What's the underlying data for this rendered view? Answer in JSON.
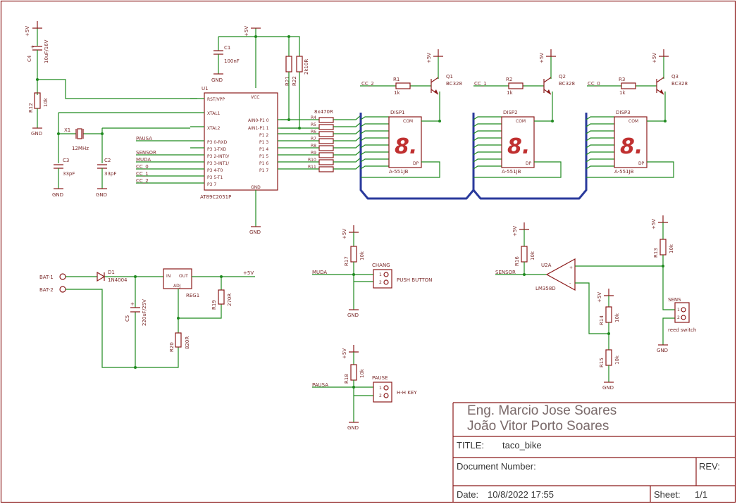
{
  "labels": {
    "vcc": "+5V",
    "gnd": "GND",
    "c4": "C4",
    "c4_val": "10uF/16V",
    "r12": "R12",
    "r12_val": "10k",
    "c1": "C1",
    "c1_val": "100nF",
    "x1": "X1",
    "x1_val": "12MHz",
    "c3": "C3",
    "c3_val": "33pF",
    "c2": "C2",
    "c2_val": "33pF",
    "ic1": "U1",
    "ic1_val": "AT89C2051P",
    "r21": "R21",
    "r22": "R22",
    "r21_val": "2k10R",
    "net_pausa": "PAUSA",
    "net_sensor": "SENSOR",
    "net_muda": "MUDA",
    "net_cc0": "CC_0",
    "net_cc1": "CC_1",
    "net_cc2": "CC_2",
    "pin_rst": "RST/VPP",
    "pin_xtal1": "XTAL1",
    "pin_xtal2": "XTAL2",
    "pin_p30": "P3 0-RXD",
    "pin_p31": "P3 1-TXD",
    "pin_p32": "P3 2-INT0/",
    "pin_p33": "P3 3-INT1/",
    "pin_p34": "P3 4-T0",
    "pin_p35": "P3 5-T1",
    "pin_p37": "P3 7",
    "pin_p10": "AIN0-P1 0",
    "pin_p11": "AIN1-P1 1",
    "pin_p12": "P1 2",
    "pin_p13": "P1 3",
    "pin_p14": "P1 4",
    "pin_p15": "P1 5",
    "pin_p16": "P1 6",
    "pin_p17": "P1 7",
    "pin_vcc": "VCC",
    "pin_gnd": "GND",
    "rnet": "8x470R",
    "r4": "R4",
    "r5": "R5",
    "r6": "R6",
    "r7": "R7",
    "r8": "R8",
    "r9": "R9",
    "r10": "R10",
    "r11": "R11",
    "disp1": "DISP1",
    "disp2": "DISP2",
    "disp3": "DISP3",
    "disp_val": "A-551JB",
    "com": "COM",
    "dp": "DP",
    "digit": "8.",
    "q1": "Q1",
    "q2": "Q2",
    "q3": "Q3",
    "q_val": "BC328",
    "r1": "R1",
    "r2": "R2",
    "r3": "R3",
    "r_1k": "1k",
    "bat1": "BAT-1",
    "bat2": "BAT-2",
    "d1": "D1",
    "d1_val": "1N4004",
    "c5": "C5",
    "c5_val": "220uF/25V",
    "reg": "REG1",
    "reg_in": "IN",
    "reg_out": "OUT",
    "reg_adj": "ADJ",
    "r19": "R19",
    "r19_val": "270R",
    "r20": "R20",
    "r20_val": "820R",
    "r17": "R17",
    "r17_val": "10k",
    "chang": "CHANG",
    "push": "PUSH BUTTON",
    "r18": "R18",
    "r18_val": "10k",
    "pause": "PAUSE",
    "hh": "H-H KEY",
    "r16": "R16",
    "r16_val": "10k",
    "u2a": "U2A",
    "u2a_val": "LM358D",
    "r13": "R13",
    "r13_val": "10k",
    "r14": "R14",
    "r14_val": "10k",
    "r15": "R15",
    "r15_val": "10k",
    "sens": "SENS",
    "reed": "reed switch"
  },
  "title_block": {
    "author1": "Eng. Marcio Jose Soares",
    "author2": "João Vitor Porto Soares",
    "title_label": "TITLE:",
    "title_value": "taco_bike",
    "docnum_label": "Document Number:",
    "rev_label": "REV:",
    "date_label": "Date:",
    "date_value": "10/8/2022 17:55",
    "sheet_label": "Sheet:",
    "sheet_value": "1/1"
  }
}
